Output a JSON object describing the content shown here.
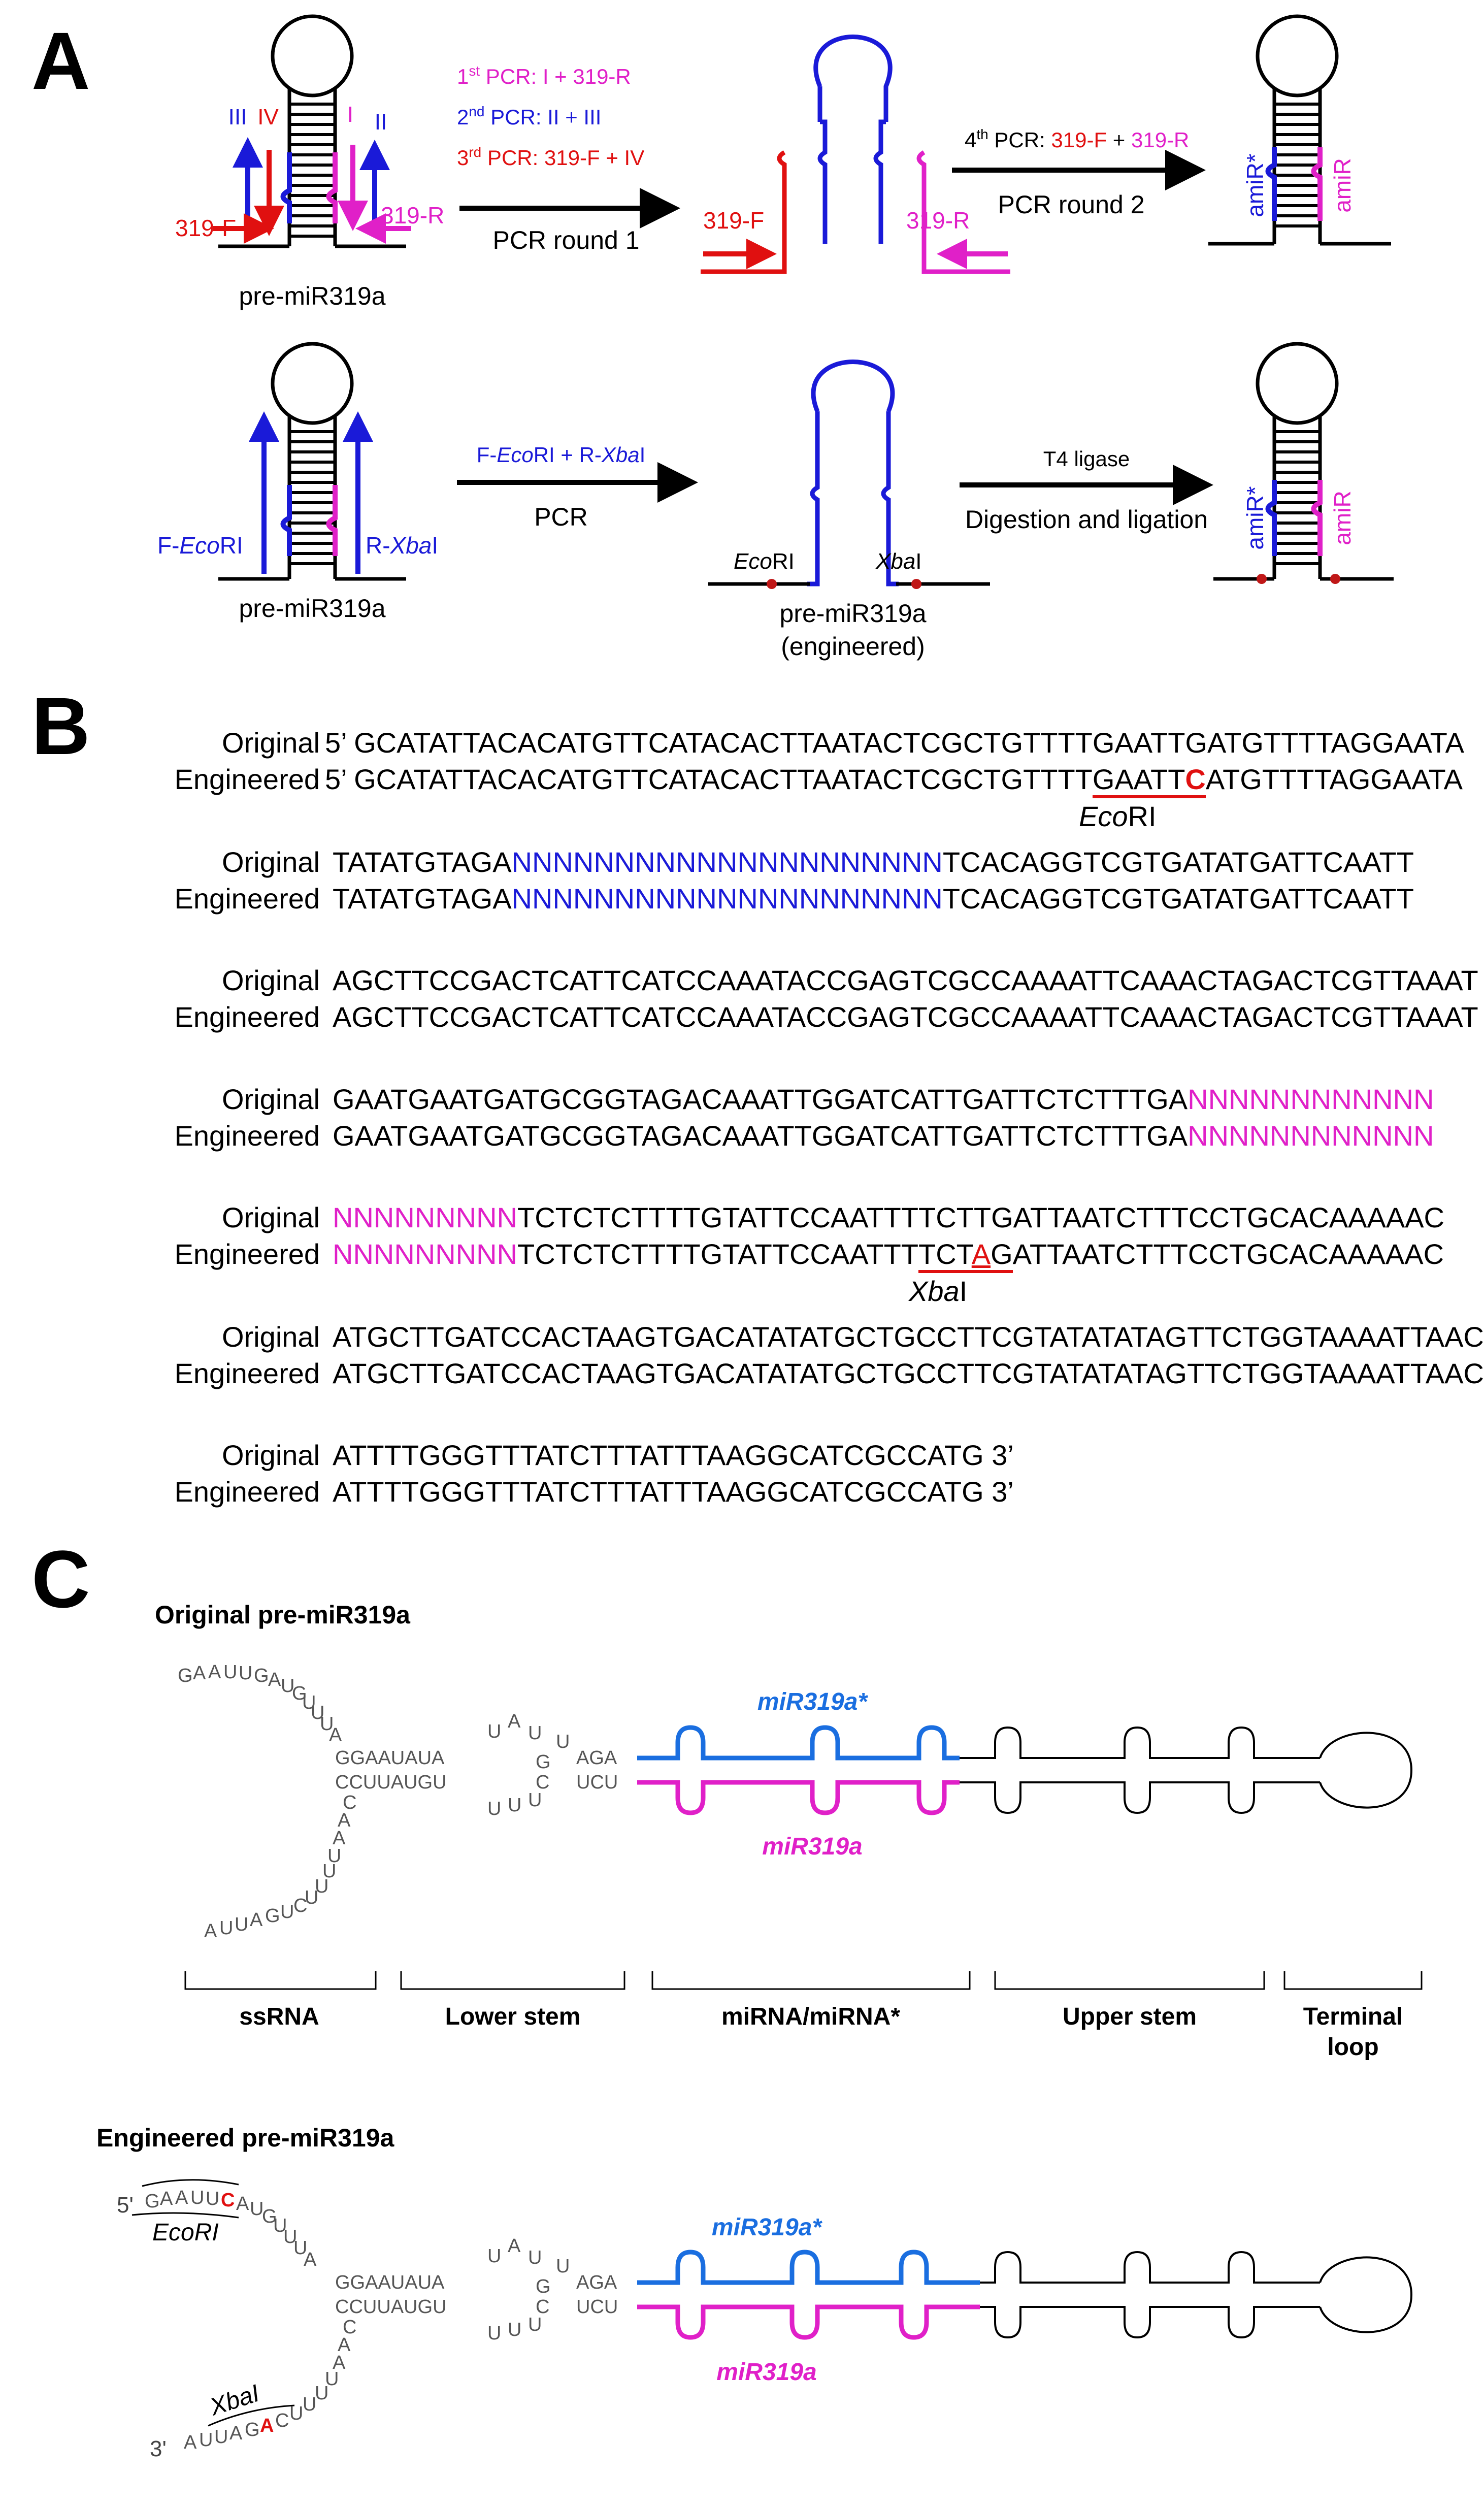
{
  "panels": {
    "a": "A",
    "b": "B",
    "c": "C"
  },
  "colors": {
    "blue": "#1a1ad8",
    "magenta": "#e020c8",
    "red": "#e01010",
    "star_blue": "#1a6ee0"
  },
  "panel_a": {
    "pcr_list": {
      "first": {
        "sup_n": "1",
        "sup": "st",
        "text": " PCR: I + 319-R"
      },
      "second": {
        "sup_n": "2",
        "sup": "nd",
        "text": " PCR: II + III"
      },
      "third": {
        "sup_n": "3",
        "sup": "rd",
        "text": " PCR: 319-F + IV"
      }
    },
    "round1_label": "PCR round 1",
    "fourth_pcr": {
      "prefix": "4",
      "sup": "th",
      "mid": " PCR: ",
      "f": "319-F",
      "plus": " + ",
      "r": "319-R"
    },
    "round2_label": "PCR round 2",
    "pre_label": "pre-miR319a",
    "primers": {
      "I": "I",
      "II": "II",
      "III": "III",
      "IV": "IV",
      "f319": "319-F",
      "r319": "319-R"
    },
    "amir_star": "amiR*",
    "amir": "amiR",
    "pcr2_top": {
      "f": "F-",
      "eco": "Eco",
      "ri": "RI",
      "plus": " + R-",
      "xba": "Xba",
      "i": "I"
    },
    "pcr2_bottom": "PCR",
    "f_eco": {
      "f": "F-",
      "eco": "Eco",
      "ri": "RI"
    },
    "r_xba": {
      "r": "R-",
      "xba": "Xba",
      "i": "I"
    },
    "ecori": {
      "it": "Eco",
      "rest": "RI"
    },
    "xbai": {
      "it": "Xba",
      "rest": "I"
    },
    "engineered_label": "(engineered)",
    "t4_label": "T4 ligase",
    "dig_label": "Digestion and ligation"
  },
  "panel_b": {
    "orig": "Original",
    "eng": "Engineered",
    "row1_orig": "5’ GCATATTACACATGTTCATACACTTAATACTCGCTGTTTTGAATTGATGTTTTAGGAATA",
    "row1_eng_a": "5’ GCATATTACACATGTTCATACACTTAATACTCGCTGTTTT",
    "row1_eng_b": "GAATT",
    "row1_eng_c": "C",
    "row1_eng_d": "ATGTTTTAGGAATA",
    "ecori_it": "Eco",
    "ecori_rest": "RI",
    "row2_a": "TATATGTAGA",
    "row2_n": "NNNNNNNNNNNNNNNNNNNNN",
    "row2_b": "TCACAGGTCGTGATATGATTCAATT",
    "row3": "AGCTTCCGACTCATTCATCCAAATACCGAGTCGCCAAAATTCAAACTAGACTCGTTAAAT",
    "row4_a": "GAATGAATGATGCGGTAGACAAATTGGATCATTGATTCTCTTTGA",
    "row4_n": "NNNNNNNNNNNN",
    "row5_n": "NNNNNNNNN",
    "row5_orig_b": "TCTCTCTTTTGTATTCCAATTTTCTTGATTAATCTTTCCTGCACAAAAAC",
    "row5_eng_b1": "TCTCTCTTTTGTATTCCAATTT",
    "row5_eng_b2": "TCT",
    "row5_eng_b3": "A",
    "row5_eng_b4": "G",
    "row5_eng_b5": "ATTAATCTTTCCTGCACAAAAAC",
    "xbai_it": "Xba",
    "xbai_rest": "I",
    "row6": "ATGCTTGATCCACTAAGTGACATATATGCTGCCTTCGTATATATAGTTCTGGTAAAATTAAC",
    "row7": "ATTTTGGGTTTATCTTTATTTAAGGCATCGCCATG 3’"
  },
  "panel_c": {
    "orig_title": "Original pre-miR319a",
    "eng_title": "Engineered pre-miR319a",
    "mir_star": "miR319a*",
    "mir": "miR319a",
    "regions": [
      "ssRNA",
      "Lower stem",
      "miRNA/miRNA*",
      "Upper stem",
      "Terminal",
      "loop"
    ],
    "five_prime": "5'",
    "three_prime": "3'",
    "ecori_italic": "EcoRI",
    "xbai_italic": "XbaI",
    "top_strand": "GGAAUAUA",
    "bot_strand": "CCUUAUGU",
    "top_end": "AGA",
    "bot_end": "UCU",
    "g": "G",
    "top_loop": [
      "U",
      "A",
      "U",
      "U"
    ],
    "bot_loop": [
      "U",
      "U",
      "U",
      "C"
    ],
    "arm5_orig": [
      "G",
      "A",
      "A",
      "U",
      "U",
      "G",
      "A",
      "U",
      "G",
      "U",
      "U",
      "U",
      "A"
    ],
    "arm5_eng": [
      "G",
      "A",
      "A",
      "U",
      "U",
      "C",
      "A",
      "U",
      "G",
      "U",
      "U",
      "U",
      "A"
    ],
    "arm3": [
      "A",
      "U",
      "U",
      "A",
      "G",
      "U",
      "C",
      "U",
      "U",
      "U",
      "U",
      "A",
      "A",
      "C"
    ],
    "arm3_eng": [
      "A",
      "U",
      "U",
      "A",
      "G",
      "A",
      "C",
      "U",
      "U",
      "U",
      "U",
      "A",
      "A",
      "C"
    ]
  }
}
